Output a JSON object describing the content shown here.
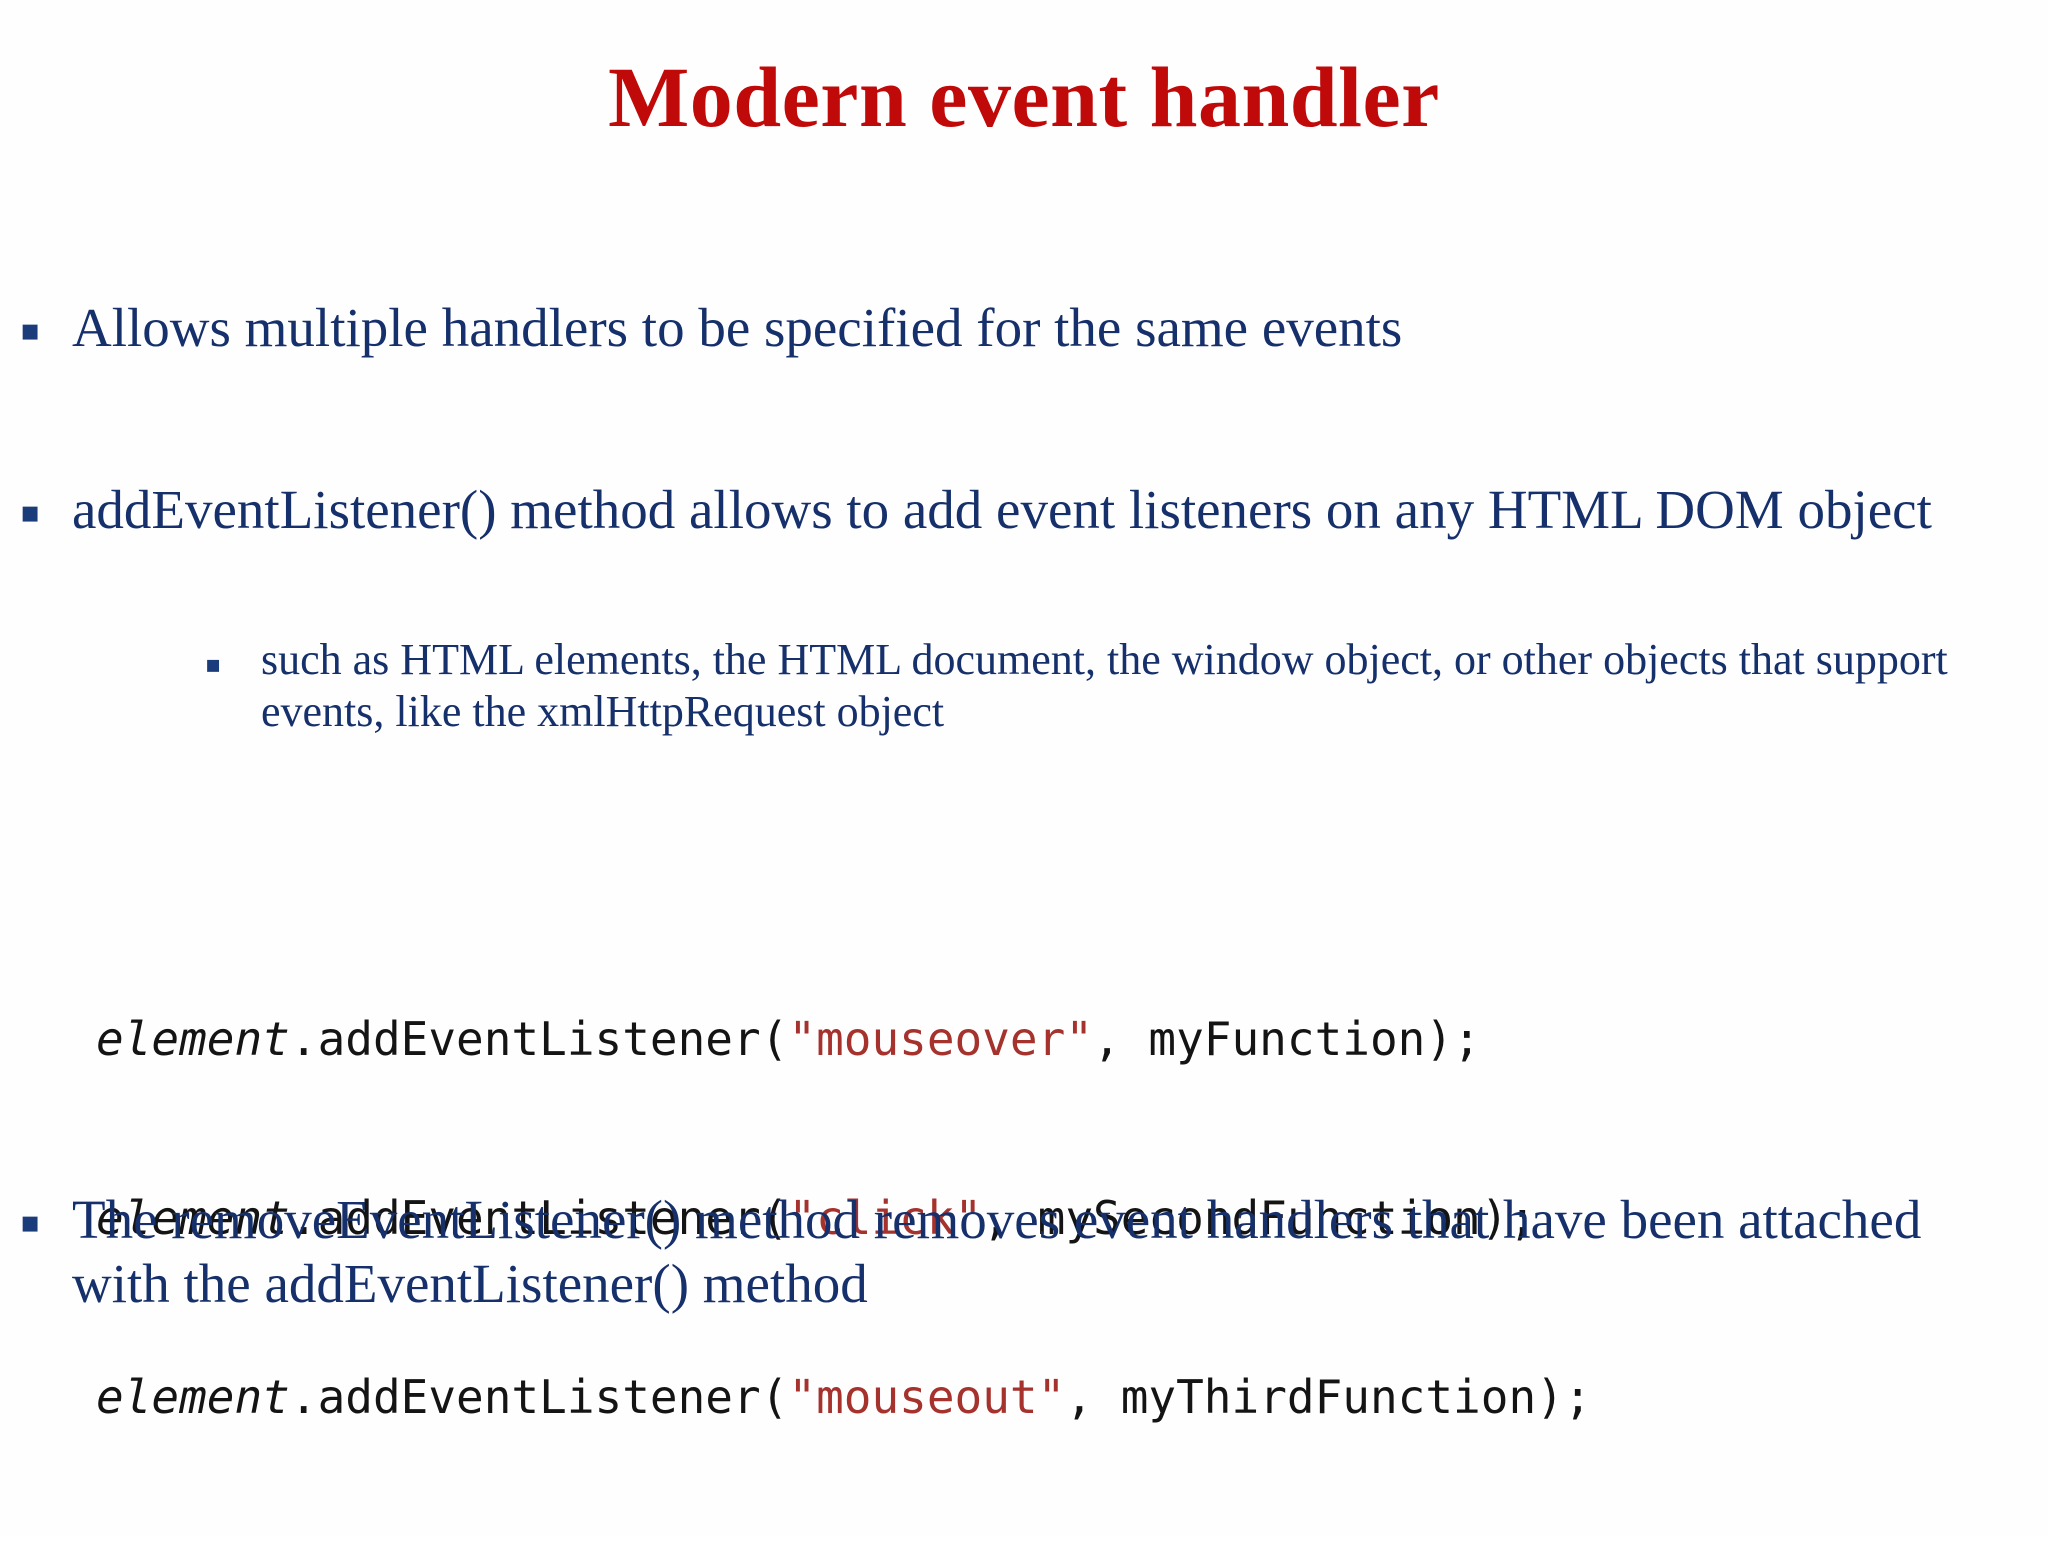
{
  "slide": {
    "title": "Modern event handler",
    "title_color": "#C00A0A",
    "body_color": "#16306B",
    "background": "#FFFFFF",
    "bullet_glyph": "▪",
    "bullets": [
      {
        "level": 1,
        "text": "Allows  multiple handlers to be specified for the same events"
      },
      {
        "level": 1,
        "text": "addEventListener() method allows   to add event listeners on any HTML DOM object"
      },
      {
        "level": 2,
        "text": "such as HTML elements, the HTML document, the window object, or other objects that support events, like the xmlHttpRequest object"
      },
      {
        "level": 1,
        "text": "The removeEventListener() method removes event handlers that have been attached with the addEventListener() method"
      }
    ]
  },
  "code": {
    "string_color": "#A5322C",
    "text_color": "#141414",
    "lines": [
      {
        "object": "element",
        "call": ".addEventListener(",
        "string": "\"mouseover\"",
        "tail": ", myFunction);"
      },
      {
        "object": "element",
        "call": ".addEventListener(",
        "string": "\"click\"",
        "tail": ", mySecondFunction);"
      },
      {
        "object": "element",
        "call": ".addEventListener(",
        "string": "\"mouseout\"",
        "tail": ", myThirdFunction);"
      }
    ]
  }
}
